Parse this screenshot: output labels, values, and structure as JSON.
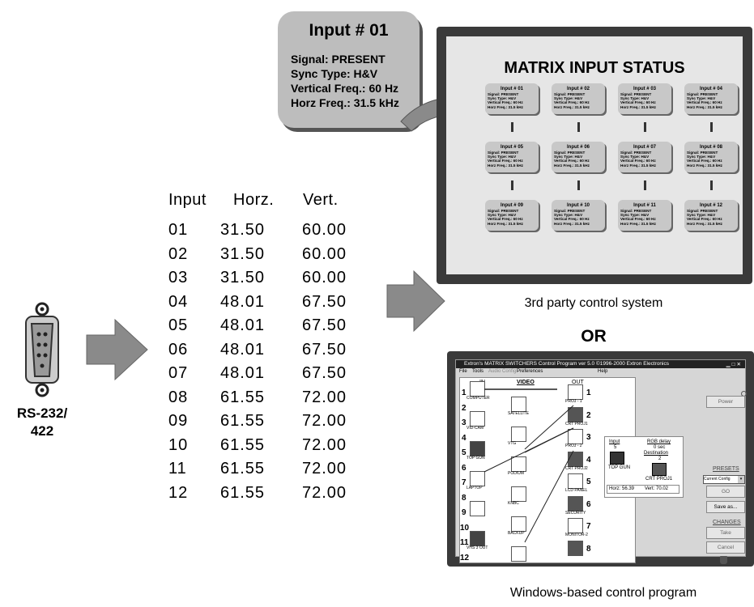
{
  "callout": {
    "title": "Input # 01",
    "lines": [
      "Signal: PRESENT",
      "Sync Type: H&V",
      "Vertical Freq.: 60 Hz",
      "Horz Freq.: 31.5 kHz"
    ]
  },
  "status_screen": {
    "title": "MATRIX INPUT STATUS",
    "tiles": [
      {
        "title": "Input # 01"
      },
      {
        "title": "Input # 02"
      },
      {
        "title": "Input # 03"
      },
      {
        "title": "Input # 04"
      },
      {
        "title": "Input # 05"
      },
      {
        "title": "Input # 06"
      },
      {
        "title": "Input # 07"
      },
      {
        "title": "Input # 08"
      },
      {
        "title": "Input # 09"
      },
      {
        "title": "Input # 10"
      },
      {
        "title": "Input # 11"
      },
      {
        "title": "Input # 12"
      }
    ],
    "tile_lines": [
      "Signal: PRESENT",
      "Sync Type: H&V",
      "Vertical Freq.: 60 Hz",
      "Horz Freq.: 31.5 kHz"
    ],
    "caption": "3rd party control system"
  },
  "or_label": "OR",
  "connector_label": [
    "RS-232/",
    "422"
  ],
  "table": {
    "headers": [
      "Input",
      "Horz.",
      "Vert."
    ],
    "rows": [
      [
        "01",
        "31.50",
        "60.00"
      ],
      [
        "02",
        "31.50",
        "60.00"
      ],
      [
        "03",
        "31.50",
        "60.00"
      ],
      [
        "04",
        "48.01",
        "67.50"
      ],
      [
        "05",
        "48.01",
        "67.50"
      ],
      [
        "06",
        "48.01",
        "67.50"
      ],
      [
        "07",
        "48.01",
        "67.50"
      ],
      [
        "08",
        "61.55",
        "72.00"
      ],
      [
        "09",
        "61.55",
        "72.00"
      ],
      [
        "10",
        "61.55",
        "72.00"
      ],
      [
        "11",
        "61.55",
        "72.00"
      ],
      [
        "12",
        "61.55",
        "72.00"
      ]
    ]
  },
  "program": {
    "title_bar": "Extron's MATRIX SWITCHERS Control Program   ver 5.0  ©1996-2000 Extron Electronics",
    "menu": [
      "File",
      "Tools",
      "Audio Config",
      "Preferences",
      "Help"
    ],
    "in_label": "IN",
    "video_label": "VIDEO",
    "out_label": "OUT",
    "inputs": [
      {
        "num": "1",
        "name": "COMPUTER"
      },
      {
        "num": "2",
        "name": "SATELLITE"
      },
      {
        "num": "3",
        "name": "VID-CAM"
      },
      {
        "num": "4",
        "name": "VTG"
      },
      {
        "num": "5",
        "name": "TOP GUN"
      },
      {
        "num": "6",
        "name": "PODIUM"
      },
      {
        "num": "7",
        "name": "LAPTOP"
      },
      {
        "num": "8",
        "name": "KNBC"
      },
      {
        "num": "9",
        "name": ""
      },
      {
        "num": "10",
        "name": "BACKUP"
      },
      {
        "num": "11",
        "name": "VHS 3 OUT"
      },
      {
        "num": "12",
        "name": ""
      }
    ],
    "outputs": [
      {
        "num": "1",
        "name": "PROJ - 1"
      },
      {
        "num": "2",
        "name": "CRT PROJ1"
      },
      {
        "num": "3",
        "name": "PROJ - 2"
      },
      {
        "num": "4",
        "name": "CRT PROJ2"
      },
      {
        "num": "5",
        "name": "LCD PANEL"
      },
      {
        "num": "6",
        "name": "SECURITY"
      },
      {
        "num": "7",
        "name": "MONITOR-2"
      },
      {
        "num": "8",
        "name": ""
      }
    ],
    "detail": {
      "input_label": "Input",
      "input_num": "5",
      "rgb_label": "RGB delay",
      "rgb_value": "0 sec",
      "dest_label": "Destination",
      "dest_num": "2",
      "input_name": "TOP GUN",
      "dest_name": "CRT PROJ1",
      "horz": "Horz: 56.39",
      "vert": "Vert: 70.02"
    },
    "power_button": "Power",
    "presets_label": "PRESETS",
    "preset_select": "Current Config",
    "go_button": "GO",
    "save_button": "Save as...",
    "changes_label": "CHANGES",
    "take_button": "Take",
    "cancel_button": "Cancel",
    "caption": "Windows-based control program"
  }
}
